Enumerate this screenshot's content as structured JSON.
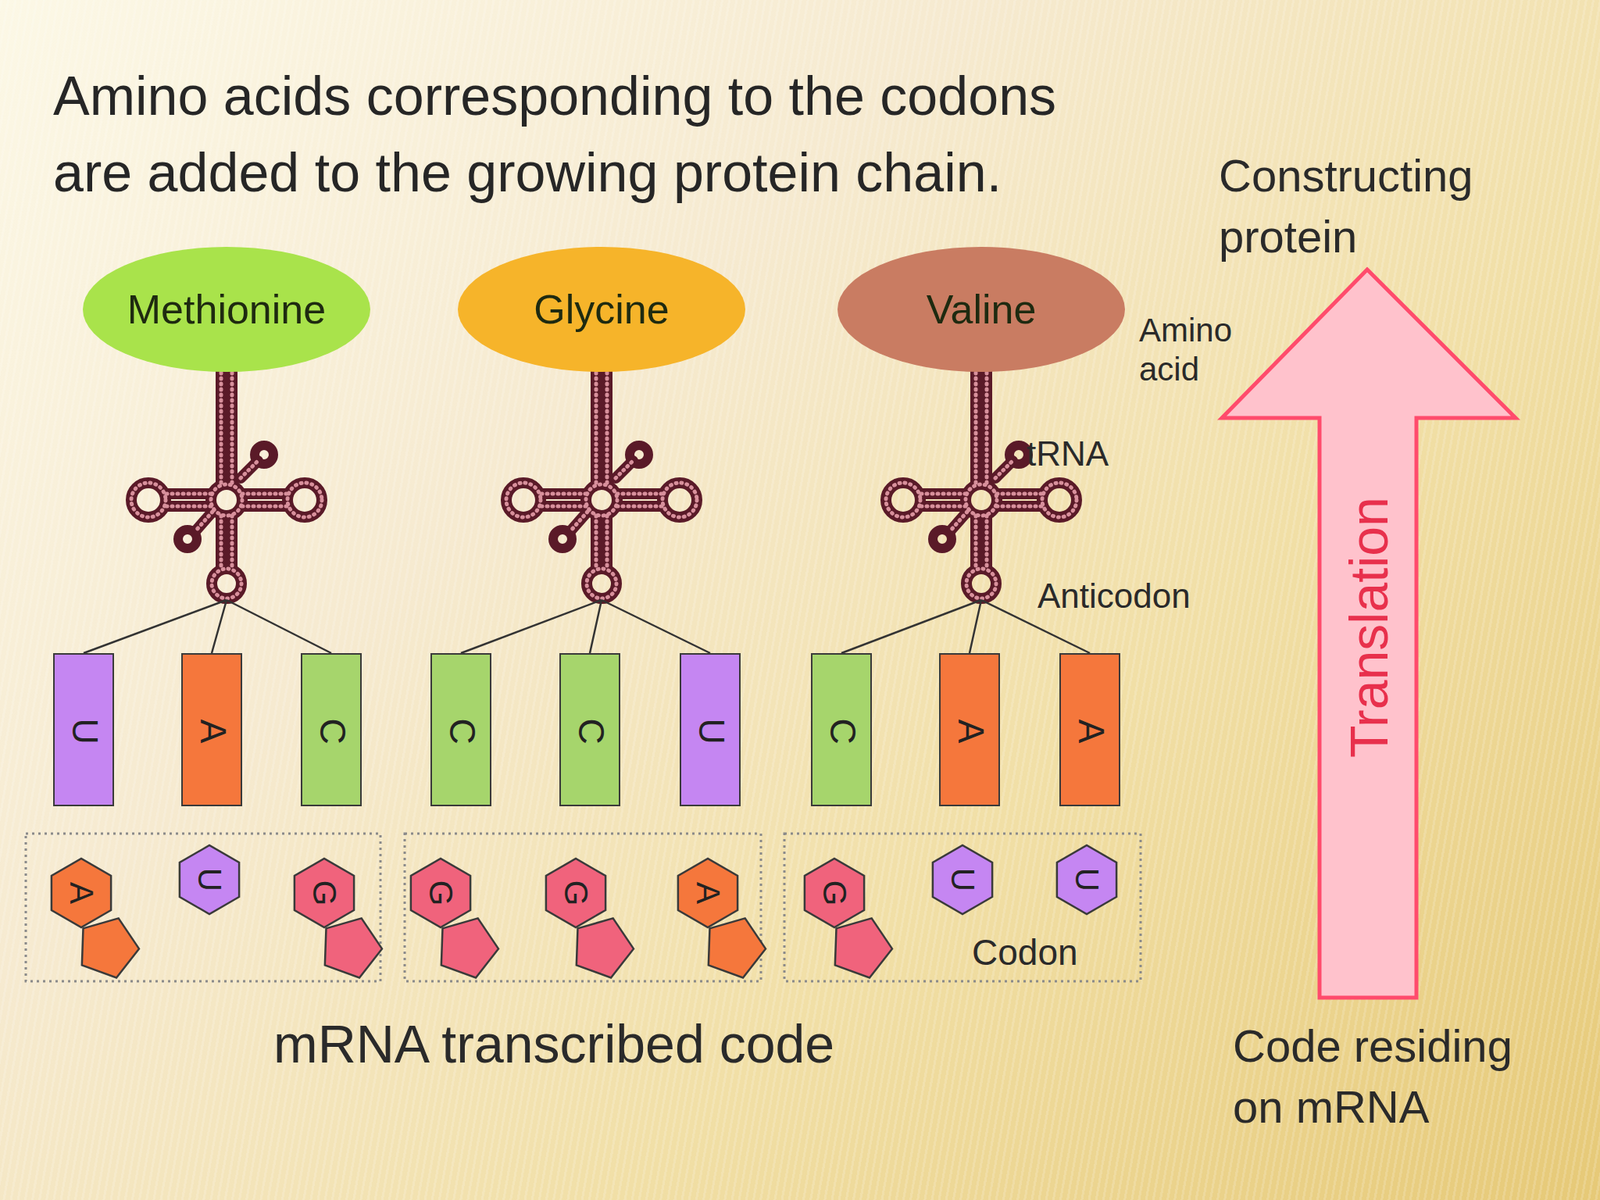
{
  "diagram": {
    "title": "Amino acids corresponding to the codons are added to the growing protein chain.",
    "nodes": [
      {
        "text": [
          "Methionine"
        ]
      },
      {
        "text": [
          "Glycine"
        ]
      },
      {
        "text": [
          "Valine"
        ]
      },
      {
        "text": [
          "U"
        ]
      },
      {
        "text": [
          "A"
        ]
      },
      {
        "text": [
          "C"
        ]
      },
      {
        "text": [
          "C"
        ]
      },
      {
        "text": [
          "C"
        ]
      },
      {
        "text": [
          "U"
        ]
      },
      {
        "text": [
          "C"
        ]
      },
      {
        "text": [
          "A"
        ]
      },
      {
        "text": [
          "A"
        ]
      },
      {
        "text": [
          "A"
        ]
      },
      {
        "text": [
          "U"
        ]
      },
      {
        "text": [
          "G"
        ]
      },
      {
        "text": [
          "G"
        ]
      },
      {
        "text": [
          "G"
        ]
      },
      {
        "text": [
          "A"
        ]
      },
      {
        "text": [
          "G"
        ]
      },
      {
        "text": [
          "U"
        ]
      },
      {
        "text": [
          "U"
        ]
      },
      {
        "text": [
          "Translation"
        ]
      }
    ],
    "labels": [
      "Amino acid",
      "tRNA",
      "Anticodon",
      "Codon",
      "mRNA transcribed code",
      "Constructing protein",
      "Code residing on mRNA"
    ]
  }
}
